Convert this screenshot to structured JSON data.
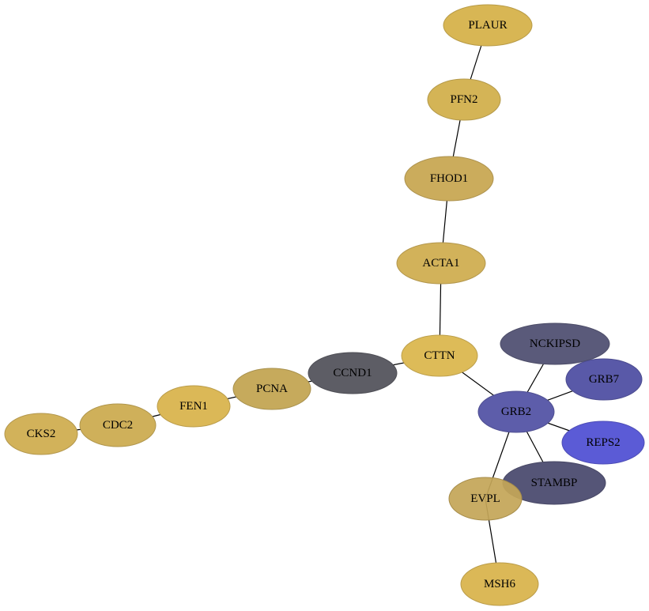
{
  "nodes": [
    {
      "id": "PLAUR",
      "label": "PLAUR",
      "color": "#d8b654"
    },
    {
      "id": "PFN2",
      "label": "PFN2",
      "color": "#d4b456"
    },
    {
      "id": "FHOD1",
      "label": "FHOD1",
      "color": "#cbac5c"
    },
    {
      "id": "ACTA1",
      "label": "ACTA1",
      "color": "#d2b25a"
    },
    {
      "id": "CTTN",
      "label": "CTTN",
      "color": "#ddbb58"
    },
    {
      "id": "CCND1",
      "label": "CCND1",
      "color": "#5d5d65"
    },
    {
      "id": "PCNA",
      "label": "PCNA",
      "color": "#c6aa5c"
    },
    {
      "id": "FEN1",
      "label": "FEN1",
      "color": "#dbb857"
    },
    {
      "id": "CDC2",
      "label": "CDC2",
      "color": "#cfb05a"
    },
    {
      "id": "CKS2",
      "label": "CKS2",
      "color": "#d2b25a"
    },
    {
      "id": "NCKIPSD",
      "label": "NCKIPSD",
      "color": "#5a5a7a"
    },
    {
      "id": "GRB7",
      "label": "GRB7",
      "color": "#5959a8"
    },
    {
      "id": "GRB2",
      "label": "GRB2",
      "color": "#5d5daa"
    },
    {
      "id": "REPS2",
      "label": "REPS2",
      "color": "#5b5bd6"
    },
    {
      "id": "STAMBP",
      "label": "STAMBP",
      "color": "#555577"
    },
    {
      "id": "EVPL",
      "label": "EVPL",
      "color": "#c4a658"
    },
    {
      "id": "MSH6",
      "label": "MSH6",
      "color": "#dbb857"
    }
  ],
  "edges": [
    [
      "PLAUR",
      "PFN2"
    ],
    [
      "PFN2",
      "FHOD1"
    ],
    [
      "FHOD1",
      "ACTA1"
    ],
    [
      "ACTA1",
      "CTTN"
    ],
    [
      "CTTN",
      "CCND1"
    ],
    [
      "CCND1",
      "PCNA"
    ],
    [
      "PCNA",
      "FEN1"
    ],
    [
      "FEN1",
      "CDC2"
    ],
    [
      "CDC2",
      "CKS2"
    ],
    [
      "CTTN",
      "GRB2"
    ],
    [
      "GRB2",
      "NCKIPSD"
    ],
    [
      "GRB2",
      "GRB7"
    ],
    [
      "GRB2",
      "REPS2"
    ],
    [
      "GRB2",
      "STAMBP"
    ],
    [
      "GRB2",
      "EVPL"
    ],
    [
      "EVPL",
      "MSH6"
    ]
  ]
}
